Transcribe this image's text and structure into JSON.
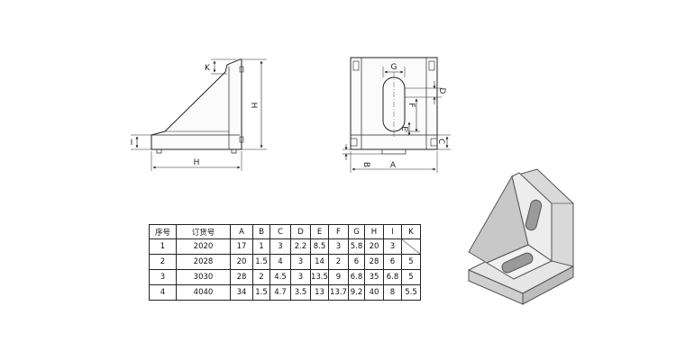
{
  "drawing": {
    "side_view_labels": {
      "K": "K",
      "H": "H",
      "I": "I",
      "H_bottom": "H"
    },
    "front_view_labels": {
      "G": "G",
      "D": "D",
      "F": "F",
      "E": "E",
      "C": "C",
      "B": "B",
      "A": "A"
    }
  },
  "table": {
    "headers": [
      "序号",
      "订货号",
      "A",
      "B",
      "C",
      "D",
      "E",
      "F",
      "G",
      "H",
      "I",
      "K"
    ],
    "rows": [
      [
        "1",
        "2020",
        "17",
        "1",
        "3",
        "2.2",
        "8.5",
        "3",
        "5.8",
        "20",
        "3",
        ""
      ],
      [
        "2",
        "2028",
        "20",
        "1.5",
        "4",
        "3",
        "14",
        "2",
        "6",
        "28",
        "6",
        "5"
      ],
      [
        "3",
        "3030",
        "28",
        "2",
        "4.5",
        "3",
        "13.5",
        "9",
        "6.8",
        "35",
        "6.8",
        "5"
      ],
      [
        "4",
        "4040",
        "34",
        "1.5",
        "4.7",
        "3.5",
        "13",
        "13.7",
        "9.2",
        "40",
        "8",
        "5.5"
      ]
    ]
  }
}
